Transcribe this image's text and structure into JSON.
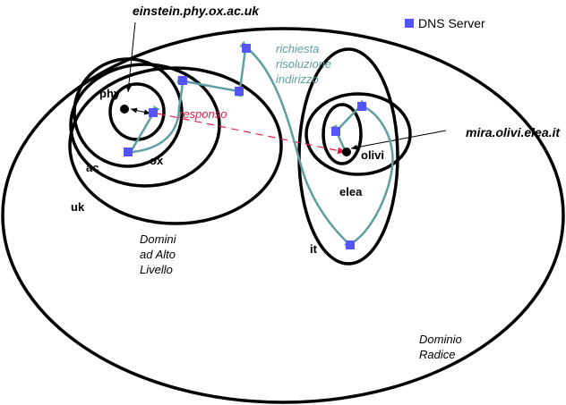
{
  "legend": {
    "label": "DNS Server",
    "color": "#5555ff"
  },
  "colors": {
    "server": "#5555ff",
    "request": "#5f9ea0",
    "response": "#e0204a",
    "domain": "#000000"
  },
  "hosts": {
    "source": "einstein.phy.ox.ac.uk",
    "target": "mira.olivi.elea.it"
  },
  "domains": {
    "phy": "phy",
    "ox": "ox",
    "ac": "ac",
    "uk": "uk",
    "olivi": "olivi",
    "elea": "elea",
    "it": "it"
  },
  "annotations": {
    "request_line1": "richiesta",
    "request_line2": "risoluzione",
    "request_line3": "indirizzo",
    "response": "responso",
    "tld_line1": "Domini",
    "tld_line2": "ad Alto",
    "tld_line3": "Livello",
    "root_line1": "Dominio",
    "root_line2": "Radice"
  }
}
